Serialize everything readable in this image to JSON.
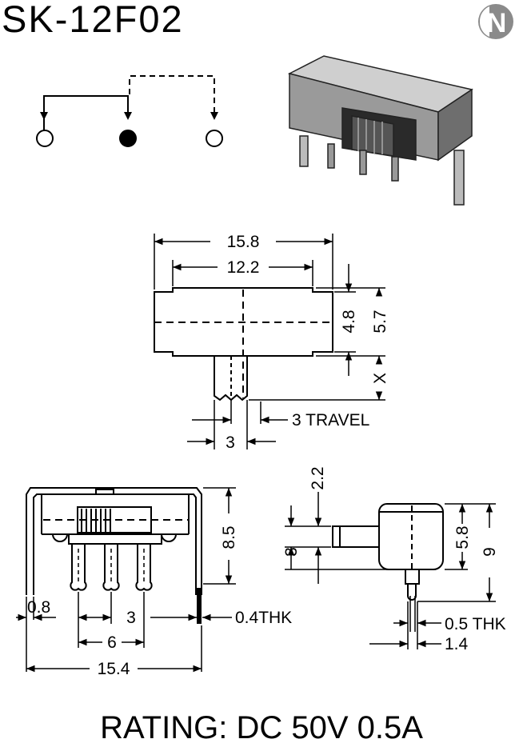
{
  "header": {
    "part_number": "SK-12F02",
    "logo_letter": "N"
  },
  "top_view": {
    "overall_length": "15.8",
    "inner_length": "12.2",
    "body_height": "4.8",
    "total_height": "5.7",
    "extension_mark": "X",
    "travel": "3 TRAVEL",
    "actuator_width": "3"
  },
  "front_view": {
    "height": "8.5",
    "offset": "0.8",
    "pitch": "3",
    "pin_span": "6",
    "total_width": "15.4",
    "thickness": "0.4THK"
  },
  "side_view": {
    "actuator_offset": "2.2",
    "actuator_size": "3",
    "body_height": "5.8",
    "total_height": "9",
    "pin_thickness": "0.5 THK",
    "pin_width": "1.4"
  },
  "footer": {
    "rating": "RATING: DC 50V 0.5A"
  }
}
